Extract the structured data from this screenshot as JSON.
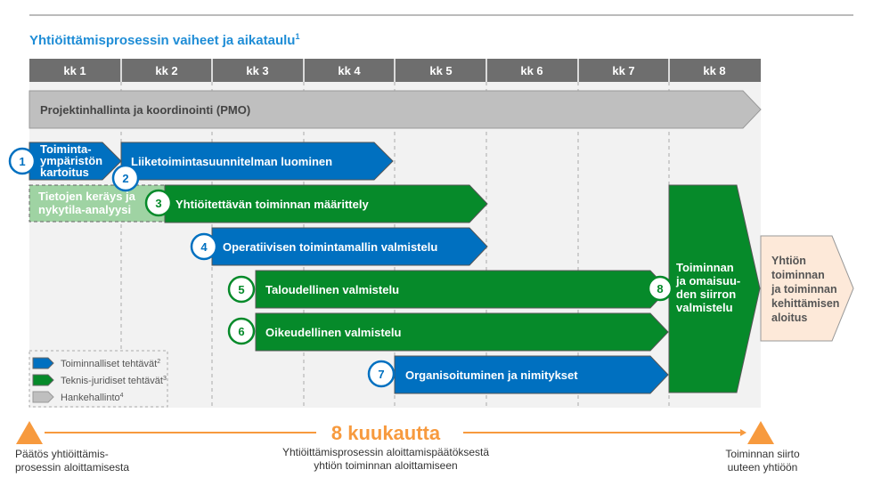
{
  "title": "Yhtiöittämisprosessin vaiheet ja aikataulu",
  "title_sup": "1",
  "months": [
    "kk 1",
    "kk 2",
    "kk 3",
    "kk 4",
    "kk 5",
    "kk 6",
    "kk 7",
    "kk 8"
  ],
  "pmo": "Projektinhallinta ja koordinointi (PMO)",
  "tasks": {
    "t1": {
      "num": "1",
      "lines": [
        "Toiminta-",
        "ympäristön",
        "kartoitus"
      ]
    },
    "t2": {
      "num": "2",
      "label": "Liiketoimintasuunnitelman luominen"
    },
    "t0": {
      "lines": [
        "Tietojen keräys ja",
        "nykytila-analyysi"
      ]
    },
    "t3": {
      "num": "3",
      "label": "Yhtiöitettävän toiminnan määrittely"
    },
    "t4": {
      "num": "4",
      "label": "Operatiivisen toimintamallin valmistelu"
    },
    "t5": {
      "num": "5",
      "label": "Taloudellinen valmistelu"
    },
    "t6": {
      "num": "6",
      "label": "Oikeudellinen valmistelu"
    },
    "t7": {
      "num": "7",
      "label": "Organisoituminen ja nimitykset"
    },
    "t8": {
      "num": "8",
      "lines": [
        "Toiminnan",
        "ja omaisuu-",
        "den siirron",
        "valmistelu"
      ]
    },
    "t9": {
      "lines": [
        "Yhtiön",
        "toiminnan",
        "ja toiminnan",
        "kehittämisen",
        "aloitus"
      ]
    }
  },
  "legend": [
    {
      "label": "Toiminnalliset tehtävät",
      "sup": "2"
    },
    {
      "label": "Teknis-juridiset tehtävät",
      "sup": "3"
    },
    {
      "label": "Hankehallinto",
      "sup": "4"
    }
  ],
  "timeline": {
    "duration": "8 kuukautta",
    "start": [
      "Päätös yhtiöittämis-",
      "prosessin aloittamisesta"
    ],
    "middle": [
      "Yhtiöittämisprosessin aloittamispäätöksestä",
      "yhtiön toiminnan aloittamiseen"
    ],
    "end": [
      "Toiminnan siirto",
      "uuteen yhtiöön"
    ]
  },
  "colors": {
    "blue": "#0070c0",
    "green": "#068a2a",
    "grey": "#bfbfbf",
    "accent": "#f79a3e",
    "title": "#1f8dd6"
  }
}
